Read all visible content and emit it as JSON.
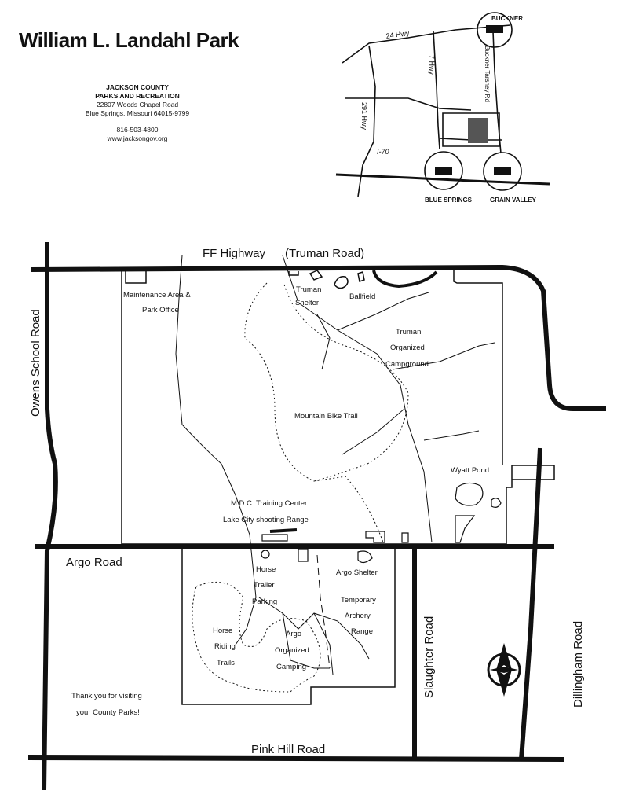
{
  "header": {
    "title": "William L. Landahl Park",
    "org_name": "JACKSON COUNTY",
    "org_dept": "PARKS AND RECREATION",
    "address_line1": "22807 Woods Chapel Road",
    "address_line2": "Blue Springs, Missouri 64015-9799",
    "phone": "816-503-4800",
    "website": "www.jacksongov.org"
  },
  "locator_map": {
    "roads": {
      "hwy24": "24 Hwy",
      "hwy7": "7 Hwy",
      "hwy291": "291 Hwy",
      "i70": "I-70",
      "buckner_tarsney": "Buckner Tarsney Rd"
    },
    "towns": {
      "buckner": "BUCKNER",
      "blue_springs": "BLUE SPRINGS",
      "grain_valley": "GRAIN VALLEY"
    }
  },
  "roads": {
    "ff_highway": "FF Highway",
    "truman_road": "(Truman Road)",
    "owens_school": "Owens School Road",
    "argo": "Argo Road",
    "pink_hill": "Pink Hill Road",
    "slaughter": "Slaughter Road",
    "dillingham": "Dillingham Road"
  },
  "places": {
    "maintenance_1": "Maintenance Area &",
    "maintenance_2": "Park Office",
    "truman_shelter_1": "Truman",
    "truman_shelter_2": "Shelter",
    "ballfield": "Ballfield",
    "campground_1": "Truman",
    "campground_2": "Organized",
    "campground_3": "Campground",
    "mountain_bike": "Mountain Bike Trail",
    "wyatt_pond": "Wyatt Pond",
    "mdc_1": "M.D.C. Training Center",
    "mdc_2": "Lake City shooting Range",
    "horse_trailer_1": "Horse",
    "horse_trailer_2": "Trailer",
    "horse_trailer_3": "Parking",
    "argo_shelter": "Argo Shelter",
    "archery_1": "Temporary",
    "archery_2": "Archery",
    "archery_3": "Range",
    "horse_trails_1": "Horse",
    "horse_trails_2": "Riding",
    "horse_trails_3": "Trails",
    "argo_camping_1": "Argo",
    "argo_camping_2": "Organized",
    "argo_camping_3": "Camping"
  },
  "footer": {
    "thanks_1": "Thank you for visiting",
    "thanks_2": "your County Parks!"
  },
  "compass": {
    "label": "north-arrow"
  },
  "colors": {
    "ink": "#111111",
    "background": "#ffffff",
    "town_grey": "#555555"
  }
}
